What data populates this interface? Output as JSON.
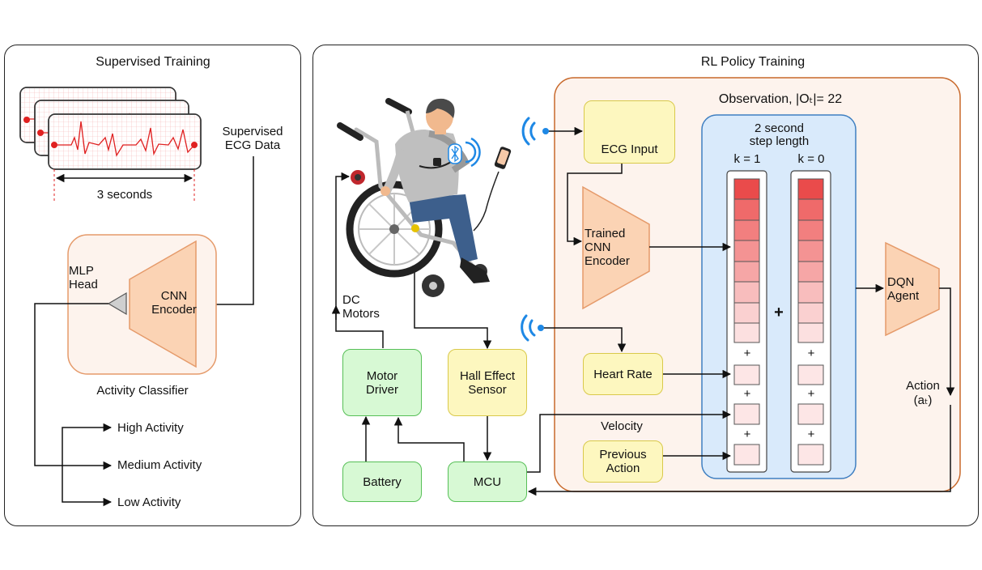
{
  "panels": {
    "left_title": "Supervised Training",
    "right_title": "RL Policy Training"
  },
  "supervised": {
    "ecg_data_label": [
      "Supervised",
      "ECG Data"
    ],
    "duration_label": "3 seconds",
    "mlp_head_label": [
      "MLP",
      "Head"
    ],
    "cnn_encoder_label": [
      "CNN",
      "Encoder"
    ],
    "classifier_label": "Activity Classifier",
    "outputs": [
      "High Activity",
      "Medium Activity",
      "Low Activity"
    ]
  },
  "rl": {
    "observation_label": "Observation, |Oₜ|= 22",
    "step_label": [
      "2 second",
      "step length"
    ],
    "k1_label": "k = 1",
    "k0_label": "k = 0",
    "combine_plus": "+",
    "ecg_input_label": "ECG Input",
    "trained_encoder_label": [
      "Trained",
      "CNN",
      "Encoder"
    ],
    "heart_rate_label": "Heart Rate",
    "velocity_label": "Velocity",
    "previous_action_label": [
      "Previous",
      "Action"
    ],
    "dqn_agent_label": [
      "DQN",
      "Agent"
    ],
    "action_label": [
      "Action",
      "(aₜ)"
    ],
    "dc_motors_label": [
      "DC",
      "Motors"
    ],
    "motor_driver_label": [
      "Motor",
      "Driver"
    ],
    "hall_sensor_label": [
      "Hall Effect",
      "Sensor"
    ],
    "battery_label": "Battery",
    "mcu_label": "MCU",
    "bluetooth_glyph": "ʃ"
  },
  "colors": {
    "encoder_fill": "#fbd3b4",
    "encoder_stroke": "#e59a6a",
    "observation_fill": "#d9eafb",
    "observation_stroke": "#3f7fc1",
    "rl_inner_fill": "#fdf3ed",
    "rl_inner_stroke": "#c8692b",
    "yellow_box": "#fdf7bf",
    "green_box": "#d7f9d4",
    "ecg_red": "#e02020",
    "wireless_blue": "#1e88e5"
  }
}
